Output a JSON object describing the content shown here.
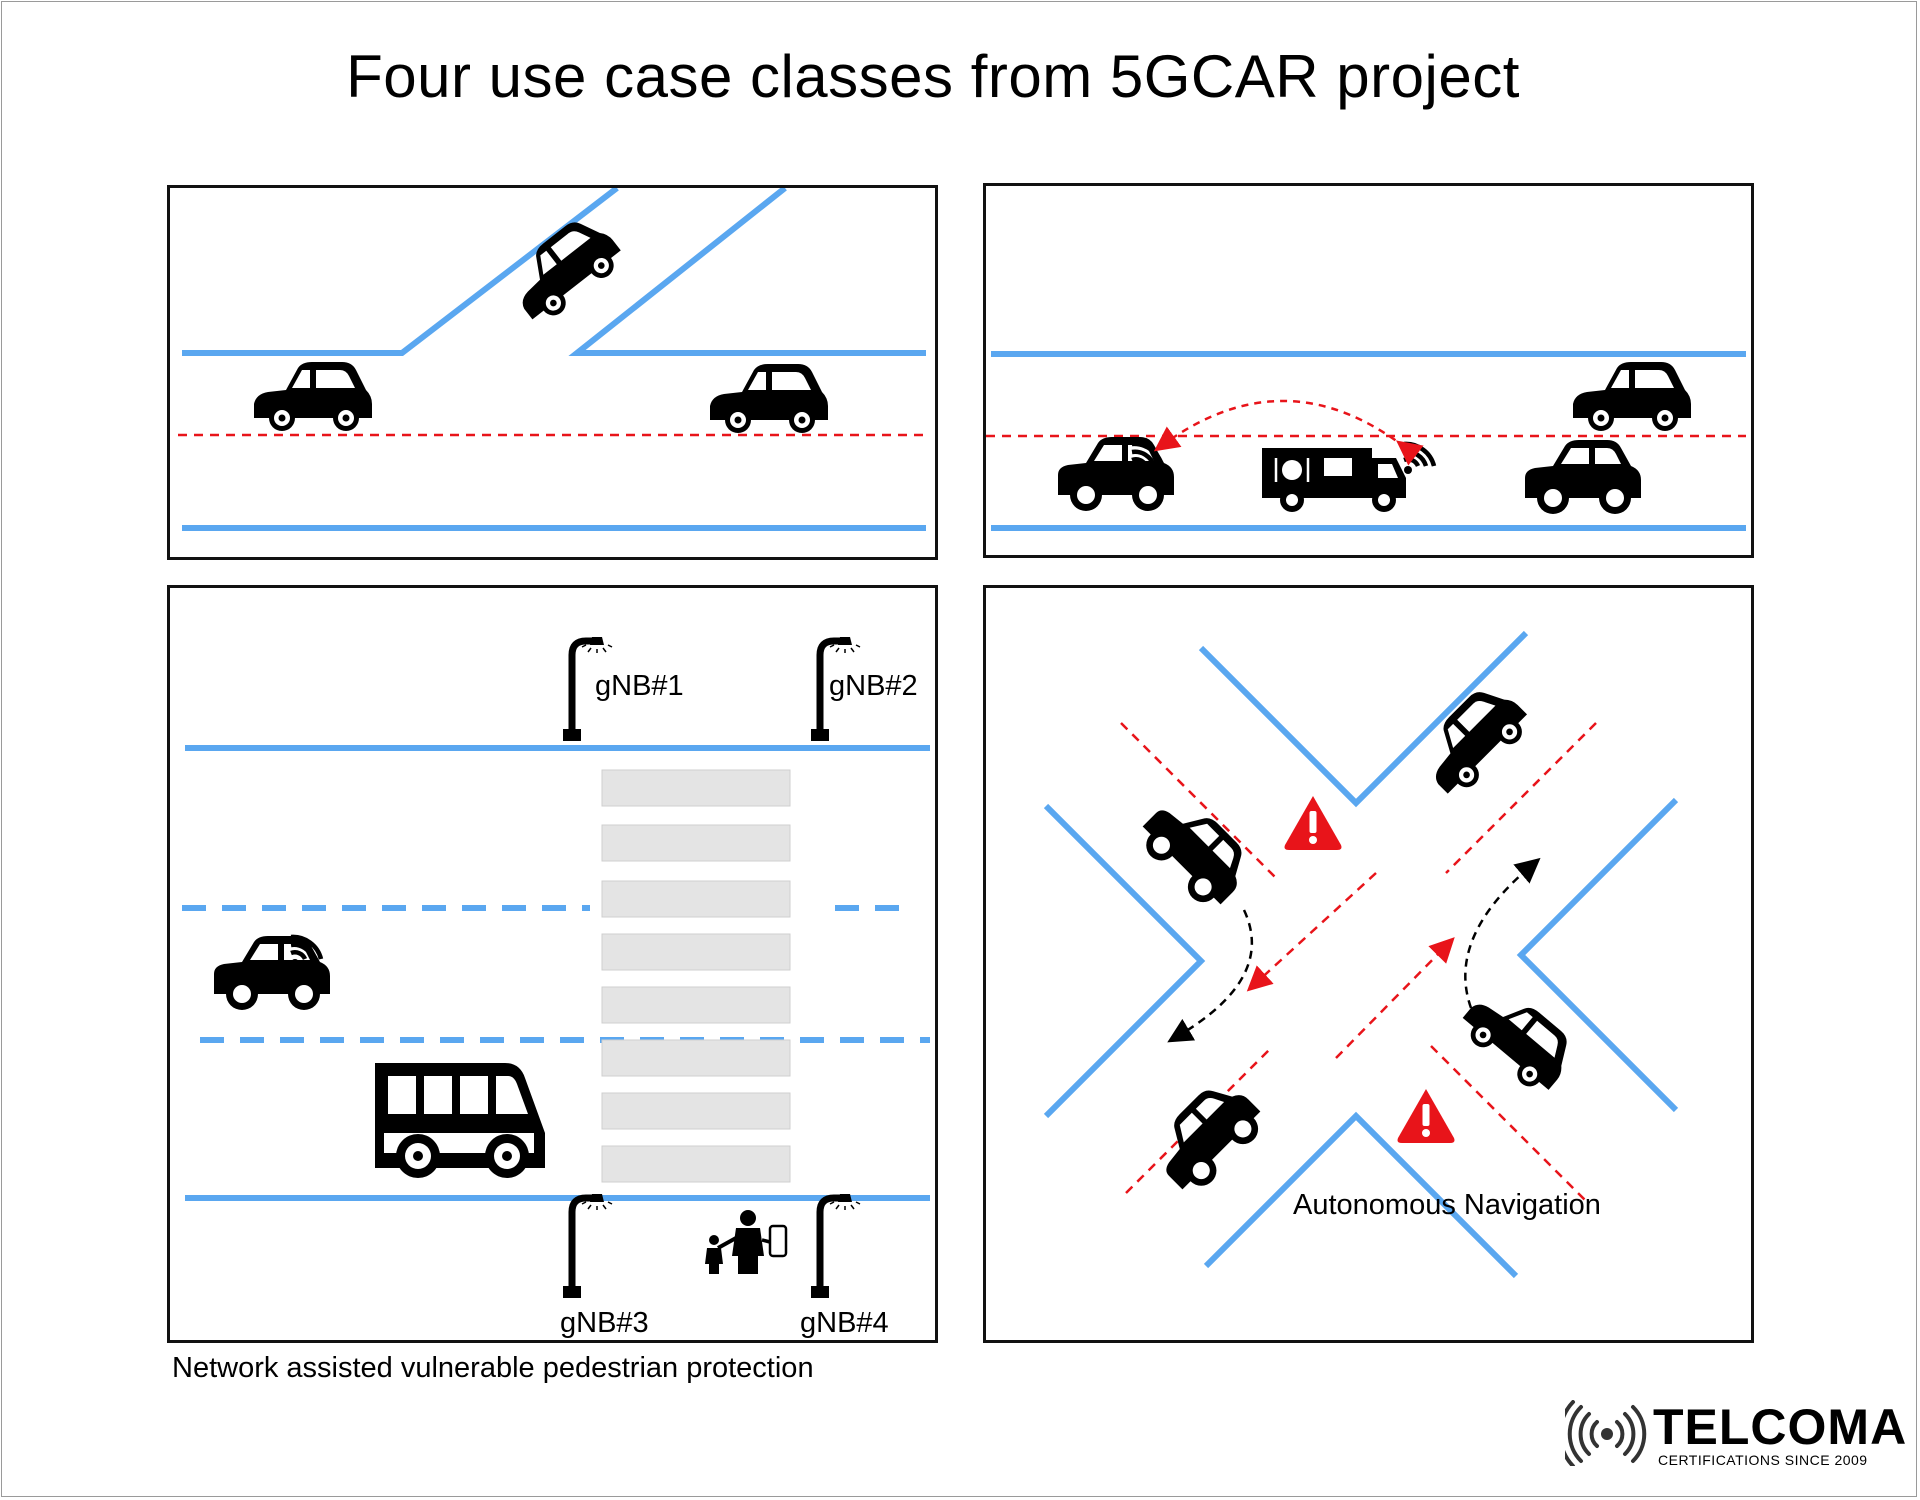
{
  "title": "Four use case classes from 5GCAR project",
  "panels": {
    "pedestrian": {
      "caption": "Network assisted vulnerable pedestrian protection",
      "gnb_labels": [
        "gNB#1",
        "gNB#2",
        "gNB#3",
        "gNB#4"
      ]
    },
    "intersection": {
      "label": "Autonomous Navigation"
    }
  },
  "logo": {
    "name": "TELCOMA",
    "tagline": "CERTIFICATIONS SINCE 2009"
  },
  "colors": {
    "lane_line": "#5aa7f0",
    "divider_red": "#e8141a",
    "warning_red": "#e8141a",
    "crosswalk": "#e4e4e4"
  }
}
